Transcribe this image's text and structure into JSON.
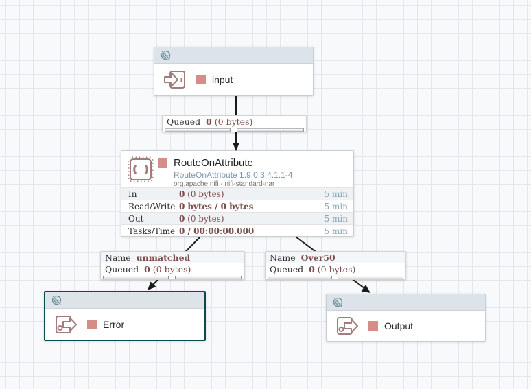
{
  "ports": {
    "input": {
      "label": "input"
    },
    "error": {
      "label": "Error"
    },
    "output": {
      "label": "Output"
    }
  },
  "processor": {
    "title": "RouteOnAttribute",
    "version": "RouteOnAttribute 1.9.0.3.4.1.1-4",
    "bundle": "org.apache.nifi - nifi-standard-nar",
    "stats": [
      {
        "label": "In",
        "bold": "0",
        "rest": " (0 bytes)",
        "window": "5 min"
      },
      {
        "label": "Read/Write",
        "bold": "0 bytes / 0 bytes",
        "rest": "",
        "window": "5 min"
      },
      {
        "label": "Out",
        "bold": "0",
        "rest": " (0 bytes)",
        "window": "5 min"
      },
      {
        "label": "Tasks/Time",
        "bold": "0 / 00:00:00.000",
        "rest": "",
        "window": "5 min"
      }
    ]
  },
  "connections": {
    "input_to_processor": {
      "queued_label": "Queued",
      "queued_count": "0",
      "queued_size": " (0 bytes)"
    },
    "unmatched": {
      "name_label": "Name",
      "name": "unmatched",
      "queued_label": "Queued",
      "queued_count": "0",
      "queued_size": " (0 bytes)"
    },
    "over50": {
      "name_label": "Name",
      "name": "Over50",
      "queued_label": "Queued",
      "queued_count": "0",
      "queued_size": " (0 bytes)"
    }
  },
  "colors": {
    "maroon": "#7a4e4b",
    "status": "#d68c87",
    "selection": "#0c4a4c",
    "window_blue": "#8aa5b8",
    "version_blue": "#7a97ad",
    "header_bg": "#dde4e9",
    "trans_icon": "#6f8b99",
    "icon_maroon": "#a17c7a"
  }
}
